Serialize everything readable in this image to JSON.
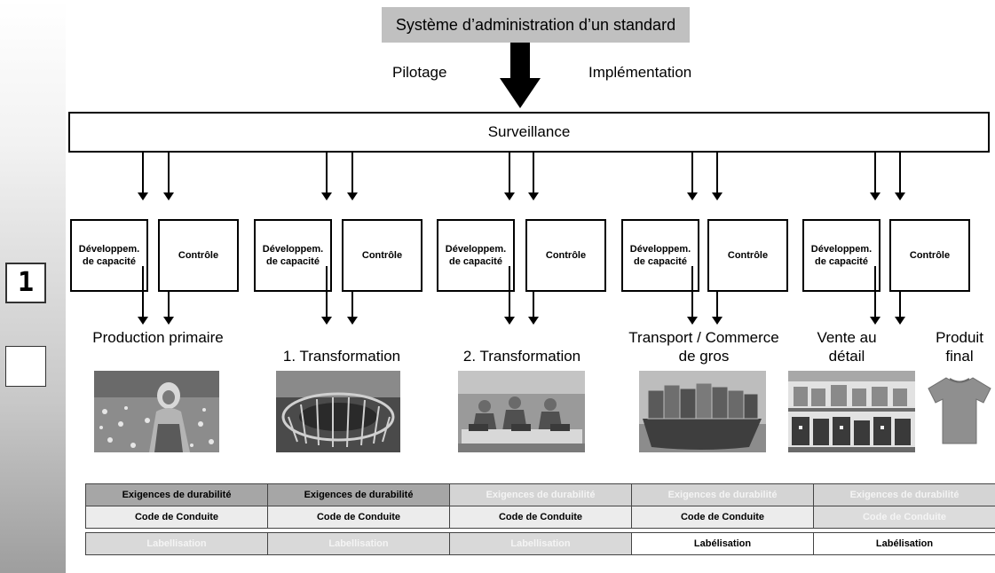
{
  "header": {
    "title": "Système d’administration d’un standard",
    "left_label": "Pilotage",
    "right_label": "Implémentation"
  },
  "surveillance": "Surveillance",
  "side": {
    "page_number": "1"
  },
  "stages": [
    {
      "dev": "Développem. de capacité",
      "con": "Contrôle",
      "label": "Production primaire"
    },
    {
      "dev": "Développem. de capacité",
      "con": "Contrôle",
      "label": "1. Transformation"
    },
    {
      "dev": "Développem. de capacité",
      "con": "Contrôle",
      "label": "2. Transformation"
    },
    {
      "dev": "Développem. de capacité",
      "con": "Contrôle",
      "label": "Transport / Commerce de gros"
    },
    {
      "dev": "Développem. de capacité",
      "con": "Contrôle",
      "label": "Vente au détail"
    }
  ],
  "final_product": "Produit final",
  "table": {
    "rows": [
      [
        {
          "text": "Exigences de durabilité",
          "bg": "#a6a6a6",
          "color": "#000000"
        },
        {
          "text": "Exigences de durabilité",
          "bg": "#a6a6a6",
          "color": "#000000"
        },
        {
          "text": "Exigences de durabilité",
          "bg": "#d4d4d4",
          "color": "#f4f4f4"
        },
        {
          "text": "Exigences de durabilité",
          "bg": "#d4d4d4",
          "color": "#f4f4f4"
        },
        {
          "text": "Exigences de durabilité",
          "bg": "#d4d4d4",
          "color": "#f4f4f4"
        }
      ],
      [
        {
          "text": "Code de Conduite",
          "bg": "#ececec",
          "color": "#000000"
        },
        {
          "text": "Code de Conduite",
          "bg": "#ececec",
          "color": "#000000"
        },
        {
          "text": "Code de Conduite",
          "bg": "#ececec",
          "color": "#000000"
        },
        {
          "text": "Code de Conduite",
          "bg": "#ececec",
          "color": "#000000"
        },
        {
          "text": "Code de Conduite",
          "bg": "#dcdcdc",
          "color": "#f4f4f4"
        }
      ],
      [
        {
          "text": "Labellisation",
          "bg": "#d9d9d9",
          "color": "#f4f4f4"
        },
        {
          "text": "Labellisation",
          "bg": "#d9d9d9",
          "color": "#f4f4f4"
        },
        {
          "text": "Labellisation",
          "bg": "#d9d9d9",
          "color": "#f4f4f4"
        },
        {
          "text": "Labélisation",
          "bg": "#ffffff",
          "color": "#000000"
        },
        {
          "text": "Labélisation",
          "bg": "#ffffff",
          "color": "#000000"
        }
      ]
    ]
  }
}
